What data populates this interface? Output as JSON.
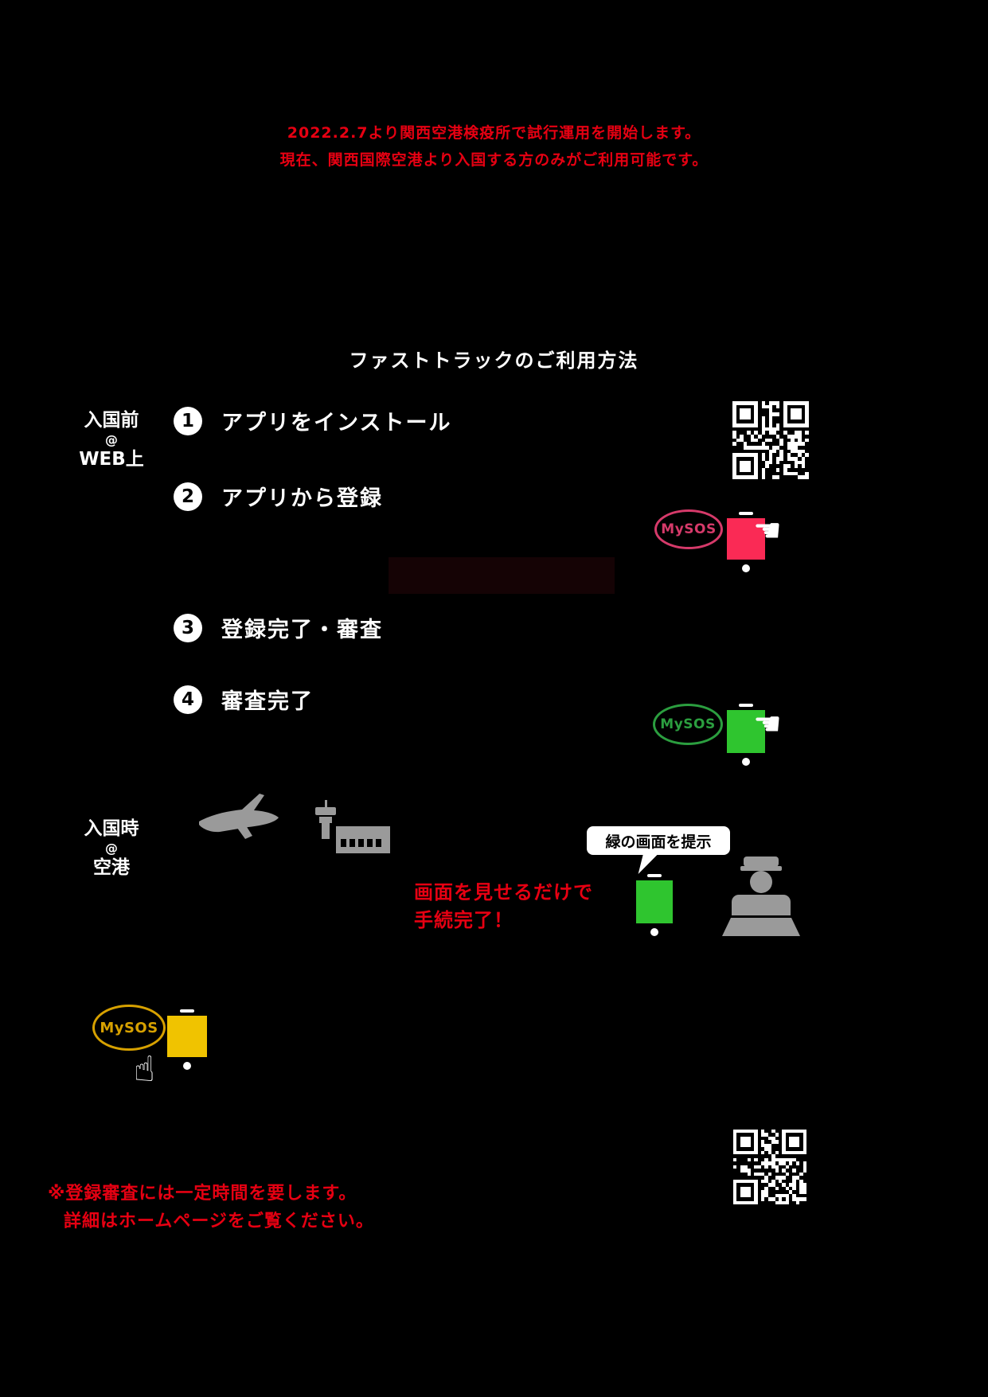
{
  "notice": {
    "line1": "2022.2.7より関西空港検疫所で試行運用を開始します。",
    "line2": "現在、関西国際空港より入国する方のみがご利用可能です。"
  },
  "title": "ファストトラックのご利用方法",
  "stages": {
    "pre": {
      "name": "入国前",
      "at": "@",
      "place": "WEB上"
    },
    "arrival": {
      "name": "入国時",
      "at": "@",
      "place": "空港"
    }
  },
  "steps": [
    {
      "num": "1",
      "label": "アプリをインストール"
    },
    {
      "num": "2",
      "label": "アプリから登録"
    },
    {
      "num": "3",
      "label": "登録完了・審査"
    },
    {
      "num": "4",
      "label": "審査完了"
    }
  ],
  "app": {
    "name": "MySOS"
  },
  "bubble": "緑の画面を提示",
  "arrival_note": {
    "line1": "画面を見せるだけで",
    "line2": "手続完了！"
  },
  "footer": {
    "line1": "※登録審査には一定時間を要します。",
    "line2": "詳細はホームページをご覧ください。"
  },
  "icons": {
    "hand_left": "☚",
    "hand_up": "☝",
    "qr_top": "qr-code",
    "qr_bottom": "qr-code"
  },
  "colors": {
    "accent_red": "#e60012",
    "mysos_red": "#d63a6a",
    "phone_red": "#fa2a55",
    "mysos_green": "#2b9e3f",
    "phone_green": "#2fc52f",
    "mysos_yellow": "#d7a100",
    "phone_yellow": "#f0c300",
    "icon_gray": "#9a9a9a"
  }
}
